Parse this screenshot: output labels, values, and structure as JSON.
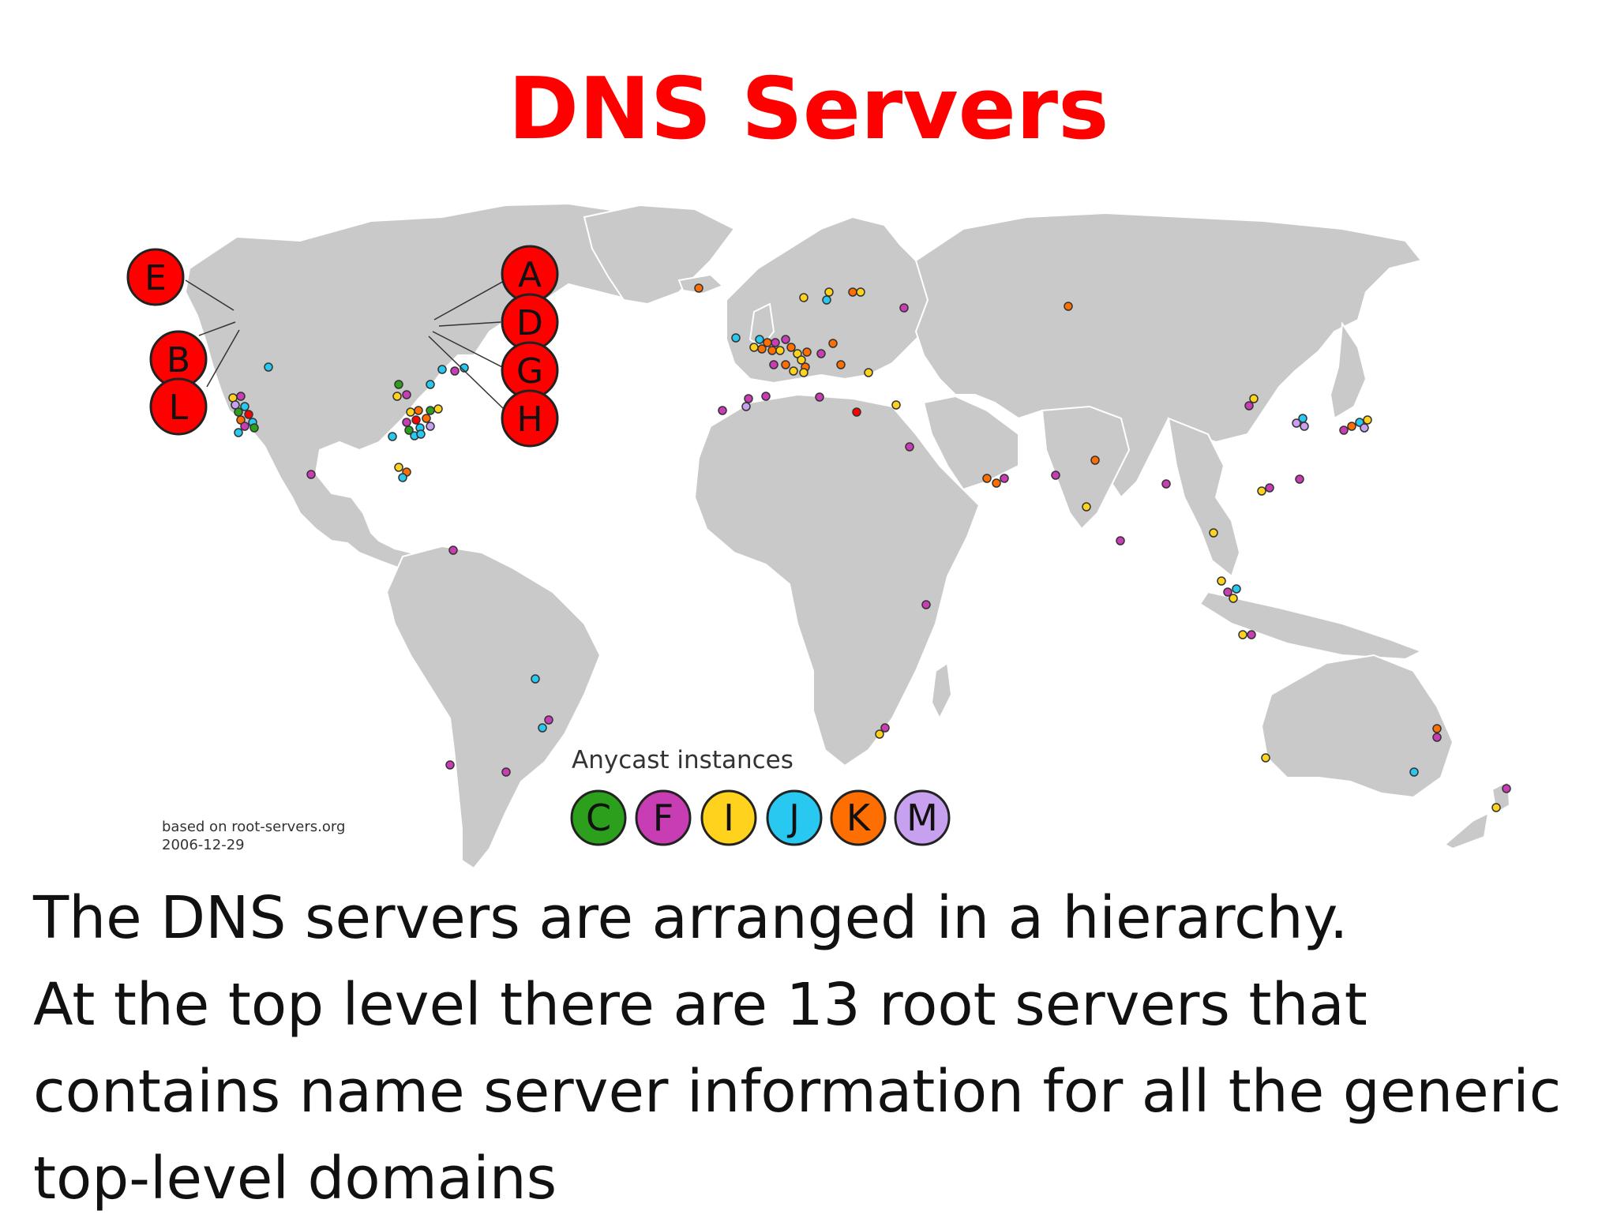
{
  "slide": {
    "title": "DNS Servers",
    "body_lines": [
      "The DNS servers are arranged in a hierarchy.",
      "At the top level there are 13 root servers that",
      "contains name server information for all the generic",
      "top-level domains"
    ]
  },
  "map": {
    "credit_lines": [
      "based on root-servers.org",
      "2006-12-29"
    ],
    "anycast_title": "Anycast instances",
    "colors": {
      "land": "#c9c9c9",
      "root_fill": "#ff0000",
      "C": "#2ca01c",
      "F": "#c83cb4",
      "I": "#ffd21e",
      "J": "#28c8f0",
      "K": "#ff6e00",
      "M": "#c8a0f0"
    },
    "root_servers_west": [
      "E",
      "B",
      "L"
    ],
    "root_servers_east": [
      "A",
      "D",
      "G",
      "H"
    ],
    "anycast_letters": [
      "C",
      "F",
      "I",
      "J",
      "K",
      "M"
    ]
  }
}
